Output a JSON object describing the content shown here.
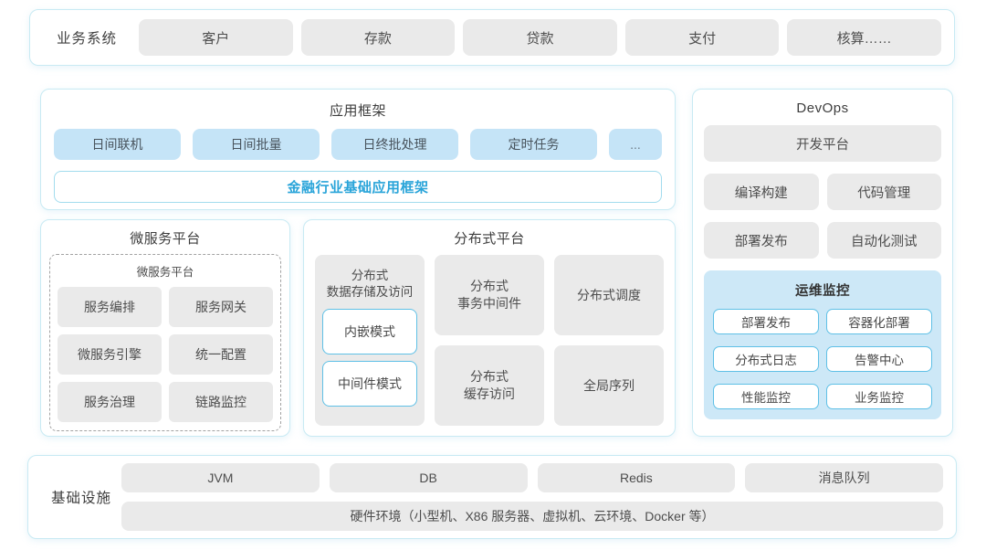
{
  "business": {
    "label": "业务系统",
    "items": [
      "客户",
      "存款",
      "贷款",
      "支付",
      "核算……"
    ]
  },
  "app_framework": {
    "title": "应用框架",
    "modules": [
      "日间联机",
      "日间批量",
      "日终批处理",
      "定时任务",
      "..."
    ],
    "base_label": "金融行业基础应用框架"
  },
  "microservice": {
    "title": "微服务平台",
    "inner_title": "微服务平台",
    "modules": [
      "服务编排",
      "服务网关",
      "微服务引擎",
      "统一配置",
      "服务治理",
      "链路监控"
    ]
  },
  "distributed": {
    "title": "分布式平台",
    "storage_label": "分布式\n数据存储及访问",
    "storage_modes": [
      "内嵌模式",
      "中间件模式"
    ],
    "middle_cells": [
      "分布式\n事务中间件",
      "分布式\n缓存访问"
    ],
    "right_cells": [
      "分布式调度",
      "全局序列"
    ]
  },
  "devops": {
    "title": "DevOps",
    "dev_platform": "开发平台",
    "tools": [
      "编译构建",
      "代码管理",
      "部署发布",
      "自动化测试"
    ],
    "monitor": {
      "title": "运维监控",
      "items": [
        "部署发布",
        "容器化部署",
        "分布式日志",
        "告警中心",
        "性能监控",
        "业务监控"
      ]
    }
  },
  "infrastructure": {
    "label": "基础设施",
    "components": [
      "JVM",
      "DB",
      "Redis",
      "消息队列"
    ],
    "hardware_label": "硬件环境（小型机、X86 服务器、虚拟机、云环境、Docker 等）"
  },
  "colors": {
    "accent_blue_text": "#29a4d9",
    "light_blue_fill": "#c5e4f7",
    "monitor_panel_fill": "#cde8f7",
    "gray_fill": "#eaeaea",
    "panel_border_cyan": "#c8eaf3",
    "blue_button_border": "#5fc0e6"
  }
}
